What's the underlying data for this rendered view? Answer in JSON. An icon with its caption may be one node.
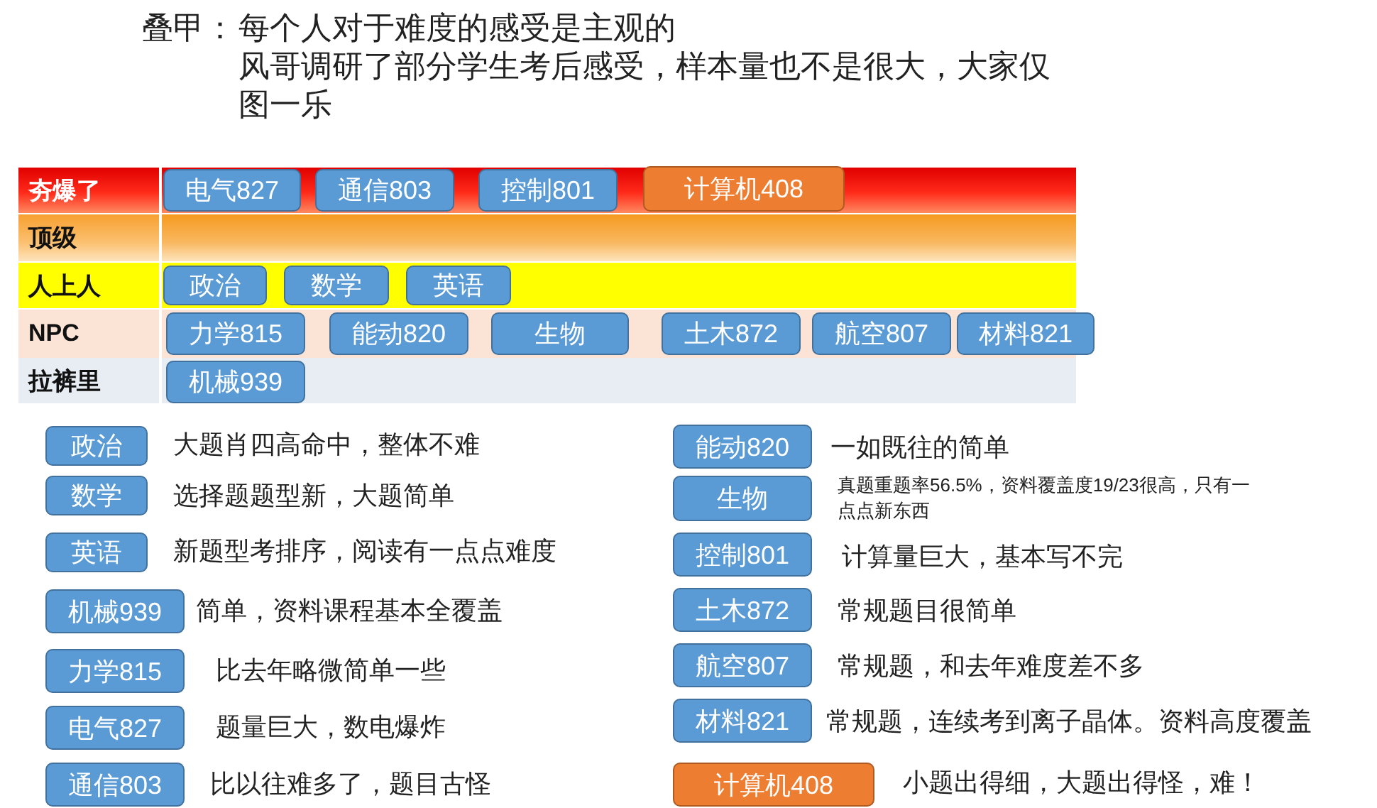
{
  "diagram": {
    "nodes": [
      {
        "text": [
          "夯爆了"
        ]
      },
      {
        "text": [
          "电气827"
        ],
        "in": 0
      },
      {
        "text": [
          "通信803"
        ],
        "in": 0
      },
      {
        "text": [
          "控制801"
        ],
        "in": 0
      },
      {
        "text": [
          "计算机408"
        ],
        "in": 0
      },
      {
        "text": [
          "顶级"
        ]
      },
      {
        "text": [
          "人上人"
        ]
      },
      {
        "text": [
          "政治"
        ],
        "in": 6
      },
      {
        "text": [
          "数学"
        ],
        "in": 6
      },
      {
        "text": [
          "英语"
        ],
        "in": 6
      },
      {
        "text": [
          "NPC"
        ]
      },
      {
        "text": [
          "力学815"
        ],
        "in": 10
      },
      {
        "text": [
          "能动820"
        ],
        "in": 10
      },
      {
        "text": [
          "生物"
        ],
        "in": 10
      },
      {
        "text": [
          "土木872"
        ],
        "in": 10
      },
      {
        "text": [
          "航空807"
        ],
        "in": 10
      },
      {
        "text": [
          "材料821"
        ]
      },
      {
        "text": [
          "拉裤里"
        ]
      },
      {
        "text": [
          "机械939"
        ],
        "in": 17
      },
      {
        "text": [
          "政治"
        ],
        "beside": [
          "大题肖四高命中，整体不难"
        ]
      },
      {
        "text": [
          "数学"
        ],
        "beside": [
          "选择题题型新，大题简单"
        ]
      },
      {
        "text": [
          "英语"
        ],
        "beside": [
          "新题型考排序，阅读有一点点难度"
        ]
      },
      {
        "text": [
          "机械939"
        ],
        "beside": [
          "简单，资料课程基本全覆盖"
        ]
      },
      {
        "text": [
          "力学815"
        ],
        "beside": [
          "比去年略微简单一些"
        ]
      },
      {
        "text": [
          "电气827"
        ],
        "beside": [
          "题量巨大，数电爆炸"
        ]
      },
      {
        "text": [
          "通信803"
        ],
        "beside": [
          "比以往难多了，题目古怪"
        ]
      },
      {
        "text": [
          "能动820"
        ],
        "beside": [
          "一如既往的简单"
        ]
      },
      {
        "text": [
          "生物"
        ],
        "beside": [
          "真题重题率56.5%，资料覆盖度19/23很高，只有一点点新东西"
        ]
      },
      {
        "text": [
          "控制801"
        ],
        "beside": [
          "计算量巨大，基本写不完"
        ]
      },
      {
        "text": [
          "土木872"
        ],
        "beside": [
          "常规题目很简单"
        ]
      },
      {
        "text": [
          "航空807"
        ],
        "beside": [
          "常规题，和去年难度差不多"
        ]
      },
      {
        "text": [
          "材料821"
        ],
        "beside": [
          "常规题，连续考到离子晶体。资料高度覆盖"
        ]
      },
      {
        "text": [
          "计算机408"
        ],
        "beside": [
          "小题出得细，大题出得怪，难！"
        ]
      }
    ],
    "labels": [
      "叠甲：",
      "每个人对于难度的感受是主观的",
      "风哥调研了部分学生考后感受，样本量也不是很大，大家仅图一乐"
    ]
  }
}
